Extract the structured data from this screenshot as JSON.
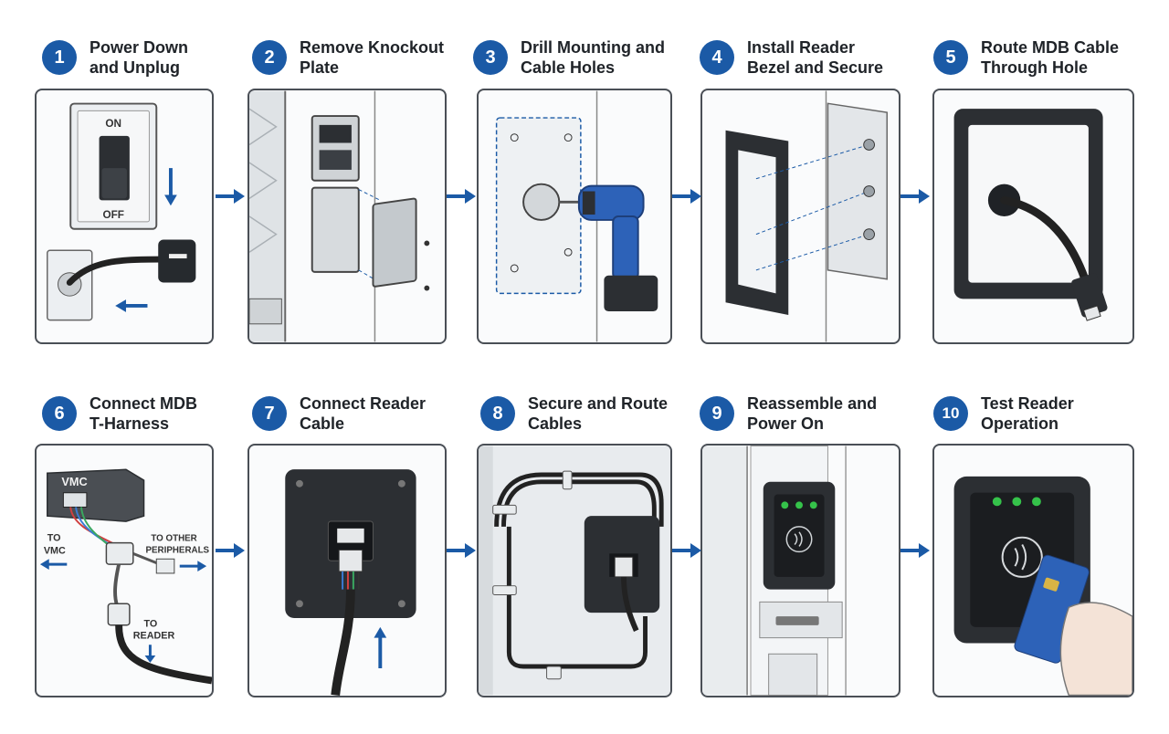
{
  "steps": [
    {
      "number": "1",
      "title_line1": "Power Down",
      "title_line2": "and Unplug"
    },
    {
      "number": "2",
      "title_line1": "Remove Knockout",
      "title_line2": "Plate"
    },
    {
      "number": "3",
      "title_line1": "Drill Mounting and",
      "title_line2": "Cable Holes"
    },
    {
      "number": "4",
      "title_line1": "Install Reader",
      "title_line2": "Bezel and Secure"
    },
    {
      "number": "5",
      "title_line1": "Route MDB Cable",
      "title_line2": "Through Hole"
    },
    {
      "number": "6",
      "title_line1": "Connect MDB",
      "title_line2": "T-Harness"
    },
    {
      "number": "7",
      "title_line1": "Connect Reader",
      "title_line2": "Cable"
    },
    {
      "number": "8",
      "title_line1": "Secure and Route",
      "title_line2": "Cables"
    },
    {
      "number": "9",
      "title_line1": "Reassemble and",
      "title_line2": "Power On"
    },
    {
      "number": "10",
      "title_line1": "Test Reader",
      "title_line2": "Operation"
    }
  ],
  "labels": {
    "switch_on": "ON",
    "switch_off": "OFF",
    "vmc_box": "VMC",
    "to_vmc_line1": "TO",
    "to_vmc_line2": "VMC",
    "to_other_line1": "TO OTHER",
    "to_other_line2": "PERIPHERALS",
    "to_reader_line1": "TO",
    "to_reader_line2": "READER"
  },
  "colors": {
    "accent_blue": "#1b5aa6",
    "outline": "#4a4f56",
    "led_green": "#35c24a",
    "drill_blue": "#2d62b8"
  }
}
